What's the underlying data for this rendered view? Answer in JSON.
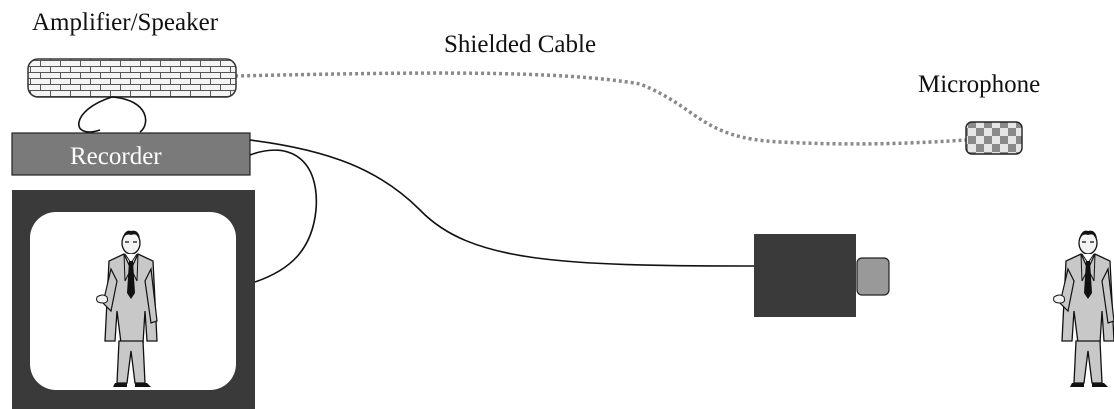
{
  "labels": {
    "amplifier": "Amplifier/Speaker",
    "cable": "Shielded Cable",
    "microphone": "Microphone",
    "recorder": "Recorder"
  },
  "icons": {
    "speaker": "brick-speaker-icon",
    "microphone": "checker-microphone-icon",
    "camera": "camera-icon",
    "monitor": "monitor-icon",
    "person": "person-icon"
  },
  "colors": {
    "dark": "#3a3a3a",
    "recorder": "#7a7a7a",
    "lens": "#999999",
    "cable_dotted": "#8a8a8a",
    "suit": "#c8c8c8"
  }
}
